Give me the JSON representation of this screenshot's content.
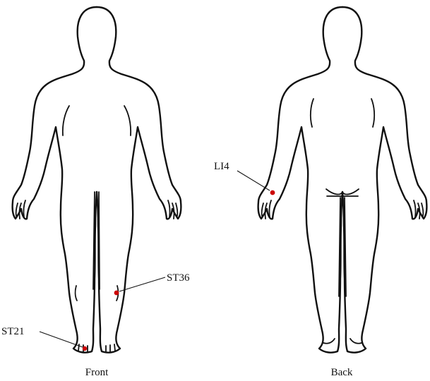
{
  "views": [
    {
      "id": "front",
      "caption": "Front"
    },
    {
      "id": "back",
      "caption": "Back"
    }
  ],
  "points": [
    {
      "id": "st36",
      "label": "ST36",
      "view": "front",
      "color": "#cc0000"
    },
    {
      "id": "st21",
      "label": "ST21",
      "view": "front",
      "color": "#cc0000"
    },
    {
      "id": "li4",
      "label": "LI4",
      "view": "back",
      "color": "#cc0000"
    }
  ]
}
